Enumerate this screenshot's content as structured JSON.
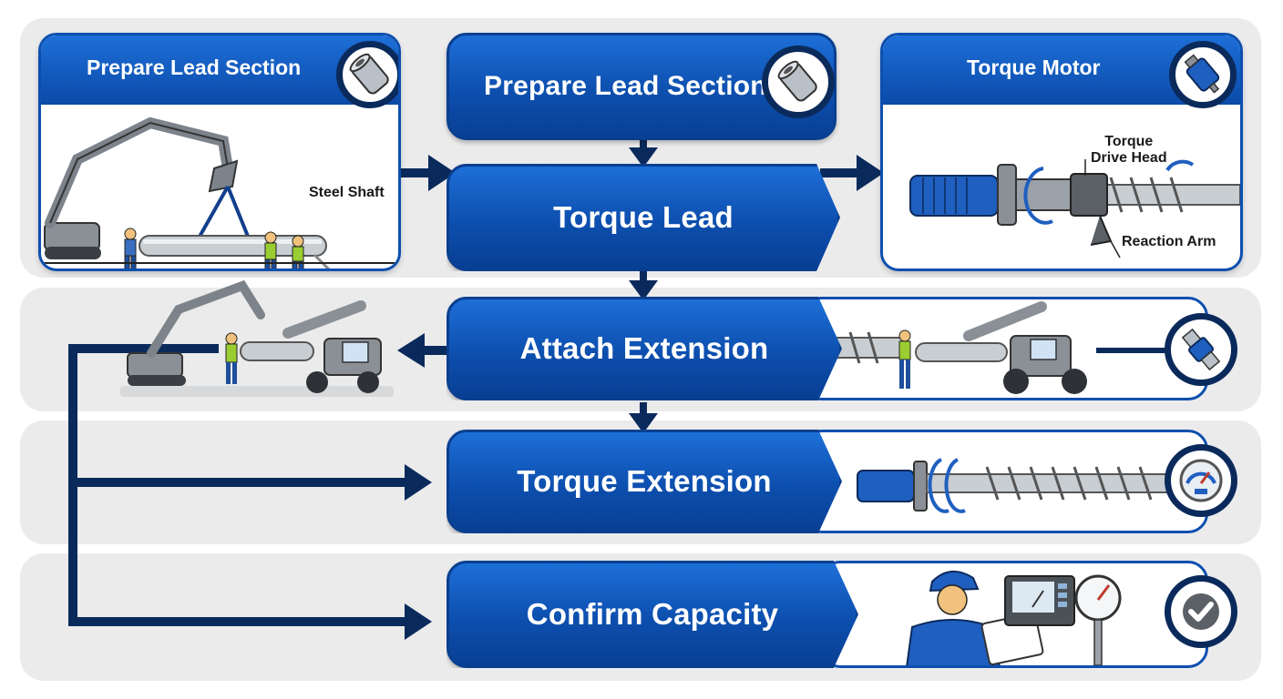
{
  "top_left_card": {
    "title": "Prepare Lead Section",
    "callout": "Steel Shaft",
    "icon": "steel-pipe-icon"
  },
  "top_center_step": {
    "title": "Prepare Lead Section",
    "icon": "steel-pipe-icon"
  },
  "steps": [
    {
      "label": "Torque Lead"
    },
    {
      "label": "Attach Extension",
      "icon": "coupling-icon"
    },
    {
      "label": "Torque Extension",
      "icon": "pressure-gauge-icon"
    },
    {
      "label": "Confirm Capacity",
      "icon": "check-icon"
    }
  ],
  "torque_motor_card": {
    "title": "Torque Motor",
    "callout_drive_head": "Torque\nDrive Head",
    "callout_reaction_arm": "Reaction Arm",
    "icon": "motor-icon"
  },
  "colors": {
    "primary_blue": "#0d4fae",
    "navy": "#0b2a5c",
    "lane_gray": "#ebebec"
  }
}
